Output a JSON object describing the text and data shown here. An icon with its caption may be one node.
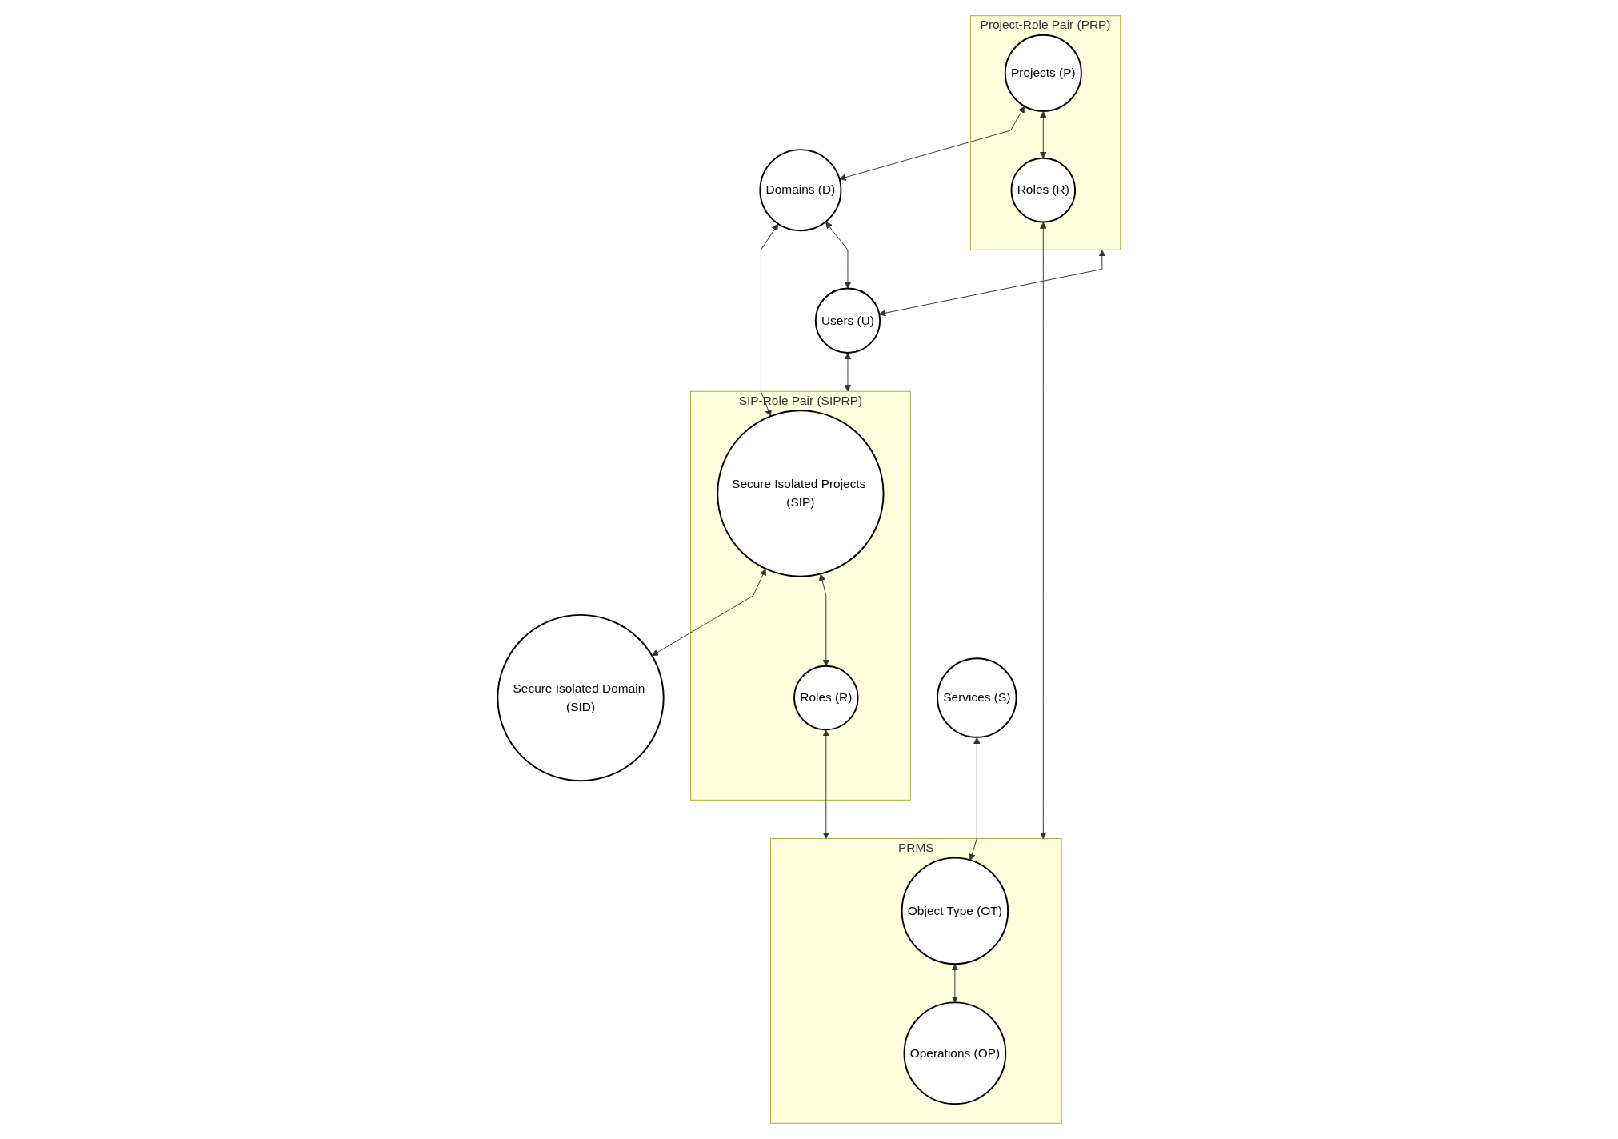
{
  "diagram": {
    "nodes": [
      {
        "text": [
          "Project-Role Pair (PRP)"
        ]
      },
      {
        "text": [
          "Projects (P)"
        ],
        "in": 0
      },
      {
        "text": [
          "Roles (R)"
        ],
        "in": 0
      },
      {
        "text": [
          "Domains (D)"
        ]
      },
      {
        "text": [
          "Users (U)"
        ]
      },
      {
        "text": [
          "SIP-Role Pair (SIPRP)"
        ]
      },
      {
        "text": [
          "Secure Isolated Projects (SIP)"
        ],
        "in": 5
      },
      {
        "text": [
          "Roles (R)"
        ],
        "in": 5
      },
      {
        "text": [
          "Secure Isolated Domain (SID)"
        ]
      },
      {
        "text": [
          "PRMS"
        ]
      },
      {
        "text": [
          "Object Type (OT)"
        ],
        "in": 9
      },
      {
        "text": [
          "Operations (OP)"
        ],
        "in": 9
      },
      {
        "text": [
          "Services (S)"
        ]
      }
    ],
    "edges": [
      {
        "from": 1,
        "to": 3,
        "arrow": "both"
      },
      {
        "from": 3,
        "to": 6,
        "arrow": "both"
      },
      {
        "from": 6,
        "to": 8,
        "arrow": "both"
      },
      {
        "from": 1,
        "to": 2,
        "arrow": "both"
      },
      {
        "from": 3,
        "to": 4,
        "arrow": "both"
      },
      {
        "from": 6,
        "to": 7,
        "arrow": "both"
      },
      {
        "from": 0,
        "to": 4,
        "arrow": "both"
      },
      {
        "from": 4,
        "to": 5,
        "arrow": "both"
      },
      {
        "from": 2,
        "to": 9,
        "arrow": "both"
      },
      {
        "from": 7,
        "to": 9,
        "arrow": "both"
      },
      {
        "from": 12,
        "to": 10,
        "arrow": "both"
      },
      {
        "from": 10,
        "to": 11,
        "arrow": "both"
      }
    ]
  }
}
